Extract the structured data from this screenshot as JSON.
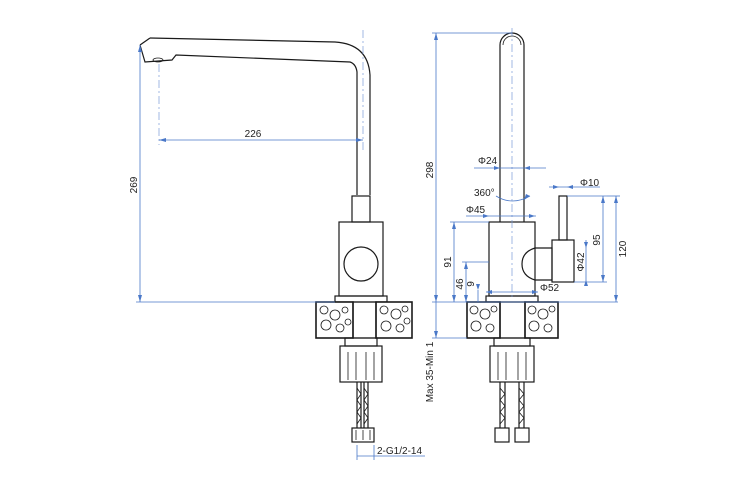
{
  "dimensions": {
    "spout_reach": "226",
    "total_height_left": "269",
    "total_height_right": "298",
    "tube_diameter": "Φ24",
    "rotation": "360°",
    "handle_diameter": "Φ10",
    "body_diameter": "Φ45",
    "height_91": "91",
    "height_95": "95",
    "height_120": "120",
    "handle_base_diameter": "Φ42",
    "height_46": "46",
    "height_9": "9",
    "base_diameter": "Φ52",
    "counter_thickness": "Max 35-Min 1",
    "connection": "2-G1/2-14"
  }
}
